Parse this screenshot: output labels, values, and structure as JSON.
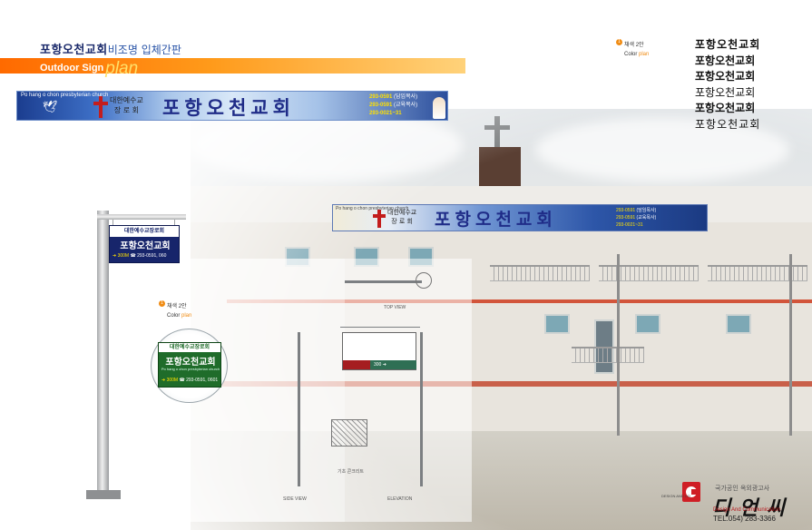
{
  "header": {
    "title_main": "포항오천교회",
    "title_sub": "비조명 입체간판",
    "bar_text": "Outdoor Sign",
    "bar_text_script": "plan"
  },
  "main_banner": {
    "english_name": "Po hang o chon presbyterian church",
    "denomination_line1": "대한예수교",
    "denomination_line2": "장 로 회",
    "church_name": "포항오천교회",
    "phones": [
      {
        "number": "293-0591",
        "label": "(담임목사)"
      },
      {
        "number": "293-0591",
        "label": "(교육목사)"
      },
      {
        "number": "293-0021~31",
        "label": ""
      }
    ]
  },
  "building_banner": {
    "english_name": "Po hang o chon presbyterian church",
    "denomination_line1": "대한예수교",
    "denomination_line2": "장 로 회",
    "church_name": "포항오천교회",
    "phones": [
      {
        "number": "293-0591",
        "label": "(담임목사)"
      },
      {
        "number": "293-0591",
        "label": "(교육목사)"
      },
      {
        "number": "293-0021~31",
        "label": ""
      }
    ]
  },
  "pole_sign": {
    "top_text": "대한예수교장로회",
    "name": "포항오천교회",
    "distance": "300M",
    "phone": "293-0591, 060"
  },
  "oval_sign": {
    "top_text": "대한예수교장로회",
    "name": "포항오천교회",
    "english": "Po hang o chon presbyterian church",
    "distance": "300M",
    "phone": "293-0591, 0601"
  },
  "color_plan_top": {
    "marker": "1",
    "label": "채색 2안",
    "text": "Color",
    "text_script": "plan"
  },
  "color_plan_left": {
    "marker": "1",
    "label": "채색 2안",
    "text": "Color",
    "text_script": "plan"
  },
  "drawing": {
    "top_view": "TOP VIEW",
    "side_view": "SIDE VIEW",
    "elevation": "ELEVATION",
    "sign_text": "300",
    "foundation_label": "기초 콘크리트"
  },
  "font_samples": [
    "포항오천교회",
    "포항오천교회",
    "포항오천교회",
    "포항오천교회",
    "포항오천교회",
    "포항오천교회"
  ],
  "company": {
    "tagline": "국가공인 옥외광고사",
    "small_label": "DESIGN AND CO",
    "name": "디 언 씨",
    "sub": "Design And Communication",
    "tel": "TEL.054) 283-3366"
  },
  "colors": {
    "orange": "#ff7a00",
    "navy": "#1f2c88",
    "red": "#c31d1d",
    "green": "#1f6c2a"
  }
}
